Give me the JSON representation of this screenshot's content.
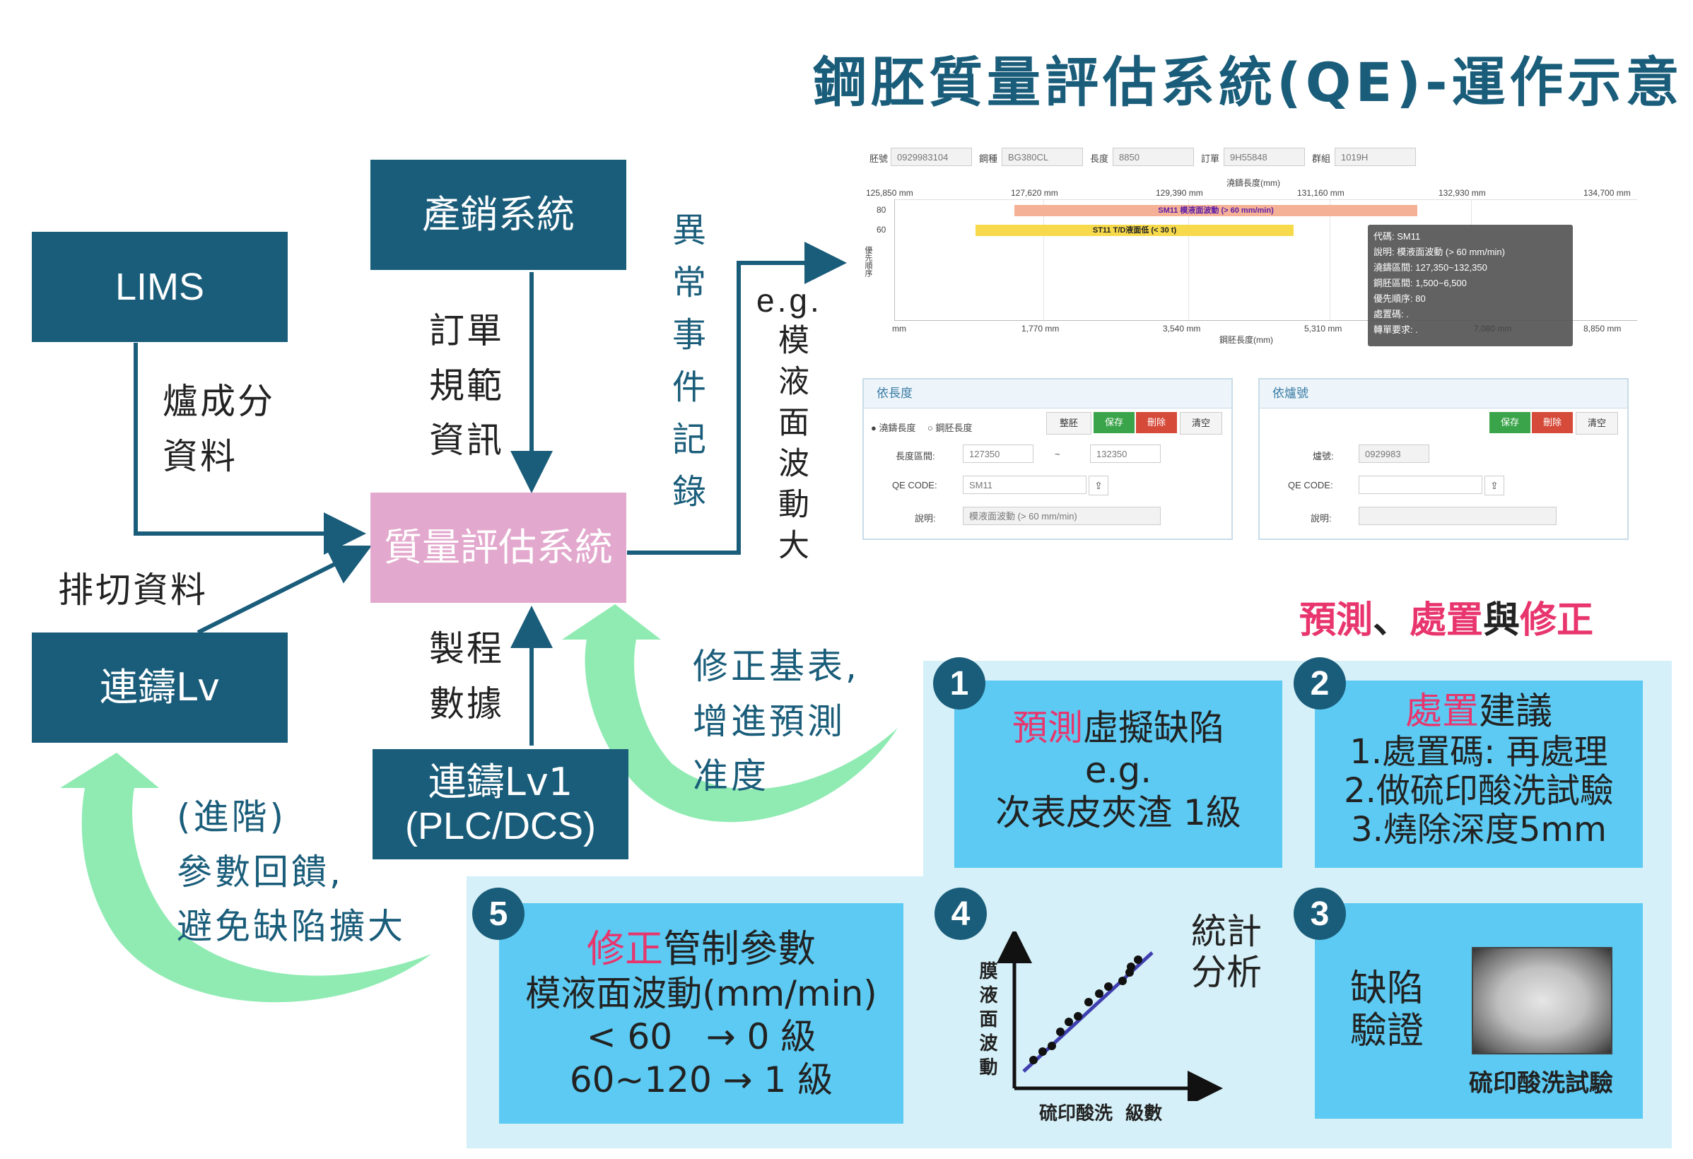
{
  "title": "鋼胚質量評估系統(QE)-運作示意",
  "boxes": {
    "lims": "LIMS",
    "sales": "產銷系統",
    "qe": "質量評估系統",
    "caster_lv": "連鑄Lv",
    "caster_lv1_line1": "連鑄Lv1",
    "caster_lv1_line2": "(PLC/DCS)"
  },
  "labels": {
    "furnace_l1": "爐成分",
    "furnace_l2": "資料",
    "order_l1": "訂單",
    "order_l2": "規範",
    "order_l3": "資訊",
    "cutting": "排切資料",
    "process_l1": "製程",
    "process_l2": "數據",
    "abnormal": "異常事件記錄",
    "eg_l1": "e.g.",
    "eg_l2": "模液面波動大",
    "fix_l1": "修正基表,",
    "fix_l2": "增進預測",
    "fix_l3": "准度",
    "adv_l1": "(進階)",
    "adv_l2": "參數回饋,",
    "adv_l3": "避免缺陷擴大"
  },
  "section_title": {
    "p1": "預測",
    "s1": "、",
    "p2": "處置",
    "s2": "與",
    "p3": "修正"
  },
  "cards": {
    "c1": {
      "num": "1",
      "hl": "預測",
      "rest": "虛擬缺陷",
      "line2": "e.g.",
      "line3": "次表皮夾渣 1級"
    },
    "c2": {
      "num": "2",
      "hl": "處置",
      "rest": "建議",
      "line2": "1.處置碼: 再處理",
      "line3": "2.做硫印酸洗試驗",
      "line4": "3.燒除深度5mm"
    },
    "c3": {
      "num": "3",
      "line1": "缺陷",
      "line2": "驗證",
      "caption": "硫印酸洗試驗"
    },
    "c4": {
      "num": "4",
      "ylabel": "膜液面波動",
      "xlabel": "硫印酸洗  級數",
      "stat_l1": "統計",
      "stat_l2": "分析"
    },
    "c5": {
      "num": "5",
      "hl": "修正",
      "rest": "管制參數",
      "line2": "模液面波動(mm/min)",
      "line3": "< 60   → 0 級",
      "line4": "60~120 → 1 級"
    }
  },
  "ui": {
    "header": {
      "f1_label": "胚號",
      "f1_value": "0929983104",
      "f2_label": "鋼種",
      "f2_value": "BG380CL",
      "f3_label": "長度",
      "f3_value": "8850",
      "f4_label": "訂單",
      "f4_value": "9H55848",
      "f5_label": "群組",
      "f5_value": "1019H"
    },
    "timeline": {
      "top_axis_title": "澆鑄長度(mm)",
      "top_ticks": [
        "125,850 mm",
        "127,620 mm",
        "129,390 mm",
        "131,160 mm",
        "132,930 mm",
        "134,700 mm"
      ],
      "y_title": "優先順序",
      "y_ticks": [
        "80",
        "60"
      ],
      "bottom_ticks": [
        "mm",
        "1,770 mm",
        "3,540 mm",
        "5,310 mm",
        "7,080 mm",
        "8,850 mm"
      ],
      "bottom_axis_title": "鋼胚長度(mm)",
      "bar1_label": "SM11 模液面波動 (> 60 mm/min)",
      "bar2_label": "ST11 T/D液面低 (< 30 t)",
      "tooltip": [
        "代碼: SM11",
        "說明: 模液面波動 (> 60 mm/min)",
        "澆鑄區間: 127,350~132,350",
        "鋼胚區間: 1,500~6,500",
        "優先順序: 80",
        "處置碼: .",
        "轉單要求: ."
      ]
    },
    "panel_left": {
      "title": "依長度",
      "radio1": "澆鑄長度",
      "radio2": "鋼胚長度",
      "btn_a": "整胚",
      "btn_save": "保存",
      "btn_del": "刪除",
      "btn_clear": "清空",
      "range_label": "長度區間:",
      "range_from": "127350",
      "range_sep": "~",
      "range_to": "132350",
      "code_label": "QE CODE:",
      "code_value": "SM11",
      "desc_label": "說明:",
      "desc_value": "模液面波動 (> 60 mm/min)"
    },
    "panel_right": {
      "title": "依爐號",
      "btn_save": "保存",
      "btn_del": "刪除",
      "btn_clear": "清空",
      "heat_label": "爐號:",
      "heat_value": "0929983",
      "code_label": "QE CODE:",
      "desc_label": "說明:"
    }
  },
  "colors": {
    "dark_blue": "#1a5d7a",
    "pink_box": "#e3a8cd",
    "light_panel": "#d5f0f8",
    "card_blue": "#5ccaf2",
    "highlight": "#e8356d",
    "green_arrow": "#7de8a6"
  },
  "icons": [
    "arrow-icon",
    "curved-arrow-icon",
    "scatter-plot-icon",
    "defect-image-icon"
  ]
}
